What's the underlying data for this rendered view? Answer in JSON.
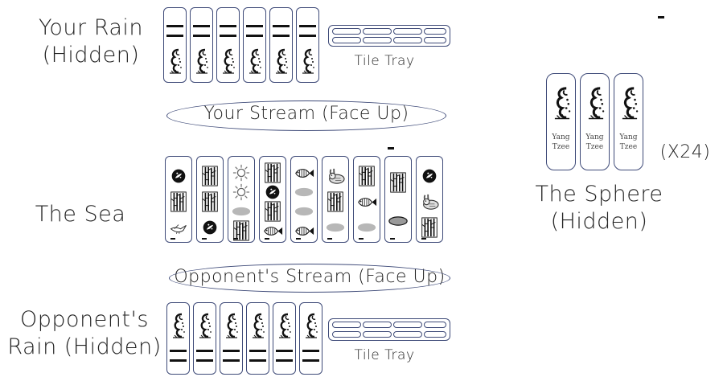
{
  "labels": {
    "your_rain": "Your Rain\n(Hidden)",
    "tile_tray_top": "Tile Tray",
    "your_stream": "Your Stream (Face Up)",
    "the_sea": "The Sea",
    "opponent_stream": "Opponent's Stream (Face Up)",
    "opponent_rain": "Opponent's\nRain (Hidden)",
    "tile_tray_bottom": "Tile Tray",
    "the_sphere": "The Sphere\n(Hidden)",
    "sphere_count": "(X24)"
  },
  "tile_text": {
    "line1": "Yang",
    "line2": "Tzee"
  },
  "colors": {
    "outline": "#3e4a78",
    "ink": "#111111",
    "oval_fill": "#b7b7b7"
  },
  "icons": [
    "waterfall-icon",
    "bamboo-icon",
    "sun-icon",
    "fish-icon",
    "rabbit-icon",
    "bird-icon",
    "moon-icon",
    "oval-icon"
  ],
  "sea_columns": [
    [
      "moon",
      "bamboo",
      "bird"
    ],
    [
      "bamboo",
      "bamboo",
      "moon"
    ],
    [
      "sun",
      "sun",
      "oval",
      "bamboo"
    ],
    [
      "bamboo",
      "moon",
      "bamboo",
      "fish"
    ],
    [
      "fish",
      "oval",
      "oval",
      "fish"
    ],
    [
      "rabbit",
      "bamboo",
      "oval"
    ],
    [
      "bamboo",
      "fish",
      "oval"
    ],
    [
      "bamboo",
      "oval"
    ],
    [
      "moon",
      "rabbit",
      "bamboo"
    ]
  ]
}
